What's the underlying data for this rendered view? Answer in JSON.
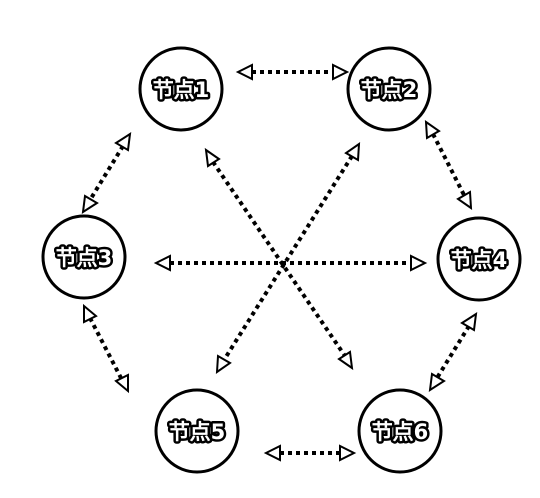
{
  "nodes": [
    {
      "id": "n1",
      "label": "节点1"
    },
    {
      "id": "n2",
      "label": "节点2"
    },
    {
      "id": "n3",
      "label": "节点3"
    },
    {
      "id": "n4",
      "label": "节点4"
    },
    {
      "id": "n5",
      "label": "节点5"
    },
    {
      "id": "n6",
      "label": "节点6"
    }
  ],
  "edges": [
    {
      "from": "n1",
      "to": "n2",
      "bidirectional": true,
      "style": "dotted"
    },
    {
      "from": "n1",
      "to": "n3",
      "bidirectional": true,
      "style": "dotted"
    },
    {
      "from": "n2",
      "to": "n4",
      "bidirectional": true,
      "style": "dotted"
    },
    {
      "from": "n3",
      "to": "n4",
      "bidirectional": true,
      "style": "dotted"
    },
    {
      "from": "n1",
      "to": "n6",
      "bidirectional": true,
      "style": "dotted"
    },
    {
      "from": "n2",
      "to": "n5",
      "bidirectional": true,
      "style": "dotted"
    },
    {
      "from": "n3",
      "to": "n5",
      "bidirectional": true,
      "style": "dotted"
    },
    {
      "from": "n4",
      "to": "n6",
      "bidirectional": true,
      "style": "dotted"
    },
    {
      "from": "n5",
      "to": "n6",
      "bidirectional": true,
      "style": "dotted"
    }
  ],
  "colors": {
    "stroke": "#000000",
    "fill": "#ffffff",
    "background": "#ffffff"
  }
}
